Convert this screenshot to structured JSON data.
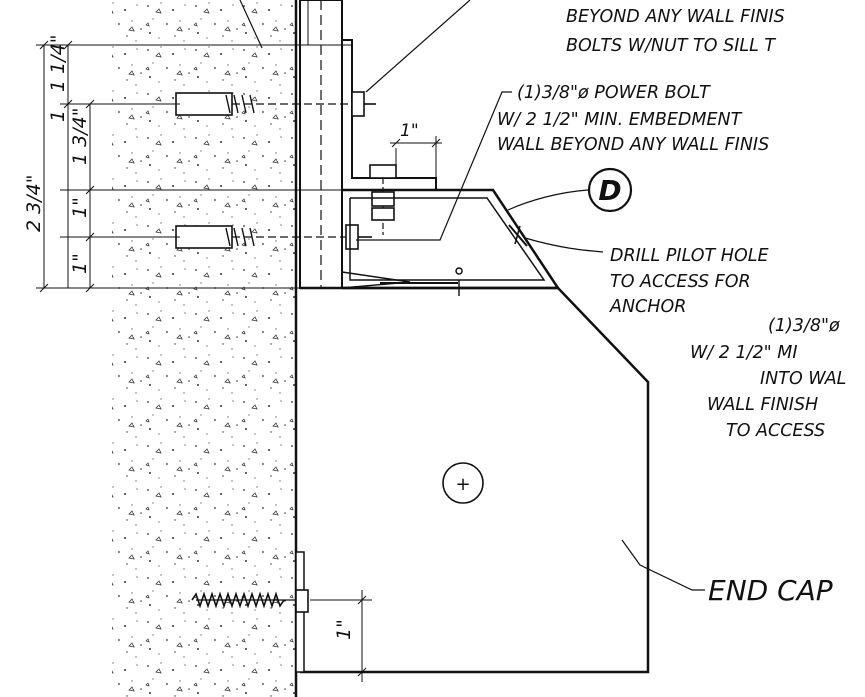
{
  "notes": {
    "top_line1": "BEYOND ANY WALL FINIS",
    "top_line2": "BOLTS W/NUT TO SILL T",
    "power_bolt_line1": "(1)3/8\"ø POWER BOLT",
    "power_bolt_line2": "W/ 2 1/2\" MIN. EMBEDMENT",
    "power_bolt_line3": "WALL BEYOND ANY WALL FINIS",
    "drill_line1": "DRILL PILOT HOLE",
    "drill_line2": "TO ACCESS FOR",
    "drill_line3": "ANCHOR",
    "right_line1": "(1)3/8\"ø",
    "right_line2": "W/ 2 1/2\" MI",
    "right_line3": "INTO WAL",
    "right_line4": "WALL FINISH",
    "right_line5": "TO ACCESS",
    "end_cap": "END CAP"
  },
  "callout": {
    "label": "D"
  },
  "dimensions": {
    "overall": "2 3/4\"",
    "upper": "1 1/4\"",
    "upper_mid": "1",
    "mid": "1 3/4\"",
    "lower_mid": "1\"",
    "bottom": "1\"",
    "gap": "1\"",
    "screw_offset": "1\""
  },
  "symbols": {
    "center_mark": "+"
  }
}
